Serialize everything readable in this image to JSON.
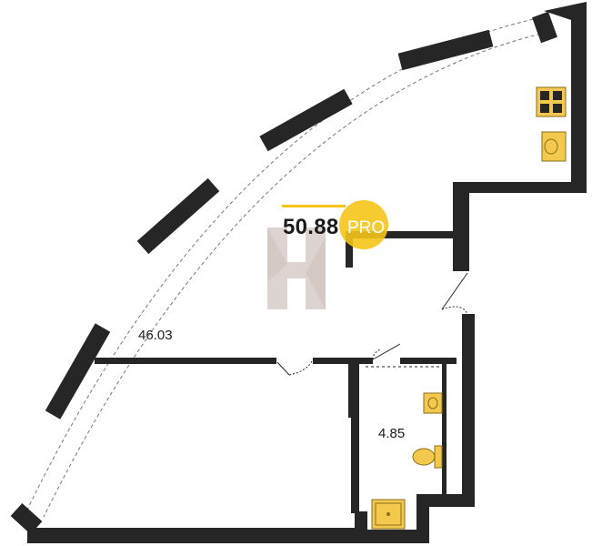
{
  "plan": {
    "total_area": "50.88",
    "badge_text": "PRO",
    "rooms": [
      {
        "name": "main-room",
        "area": "46.03"
      },
      {
        "name": "bathroom",
        "area": "4.85"
      }
    ]
  },
  "colors": {
    "wall": "#262626",
    "fixture": "#f2c94c",
    "fixture_outline": "#8a6d1a",
    "badge": "#f5c518",
    "window_line": "#777777",
    "watermark": "#c8b8b4"
  },
  "icons": [
    "stove-icon",
    "kitchen-sink-icon",
    "bathroom-sink-icon",
    "toilet-icon",
    "shower-tray-icon",
    "developer-logo"
  ]
}
